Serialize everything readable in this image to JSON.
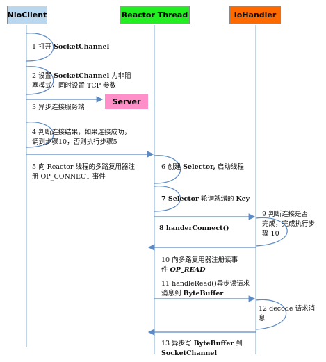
{
  "colors": {
    "client": "#b9d7ef",
    "reactor": "#22ee22",
    "iohandler": "#ff6a00",
    "server": "#ff8fc8",
    "lifeline": "#a9c7e3",
    "arrow": "#5b8ac4"
  },
  "participants": {
    "client": "NioClient",
    "reactor": "Reactor Thread",
    "iohandler": "IoHandler",
    "server": "Server"
  },
  "steps": {
    "s1": {
      "a": "1 打开 ",
      "b": "SocketChannel"
    },
    "s2": {
      "a": "2 设置 ",
      "b": "SocketChannel",
      "c": " 为非阻",
      "line2": "塞模式，同时设置 TCP 参数"
    },
    "s3": {
      "a": "3 异步连接服务端"
    },
    "s4": {
      "line1": "4 判断连接结果，如果连接成功，",
      "line2": "调到步骤10，否则执行步骤5"
    },
    "s5": {
      "line1": "5 向 Reactor 线程的多路复用器注",
      "line2": "册 OP_CONNECT 事件"
    },
    "s6": {
      "a": "6 创建 ",
      "b": "Selector,",
      "c": " 启动线程"
    },
    "s7": {
      "b": "7 Selector",
      "c": " 轮询就绪的 ",
      "d": "Key"
    },
    "s8": {
      "b": "8 handerConnect()"
    },
    "s9": {
      "line1": "9 判断连接是否",
      "line2": "完成，完成执行步",
      "line3": "骤 10"
    },
    "s10": {
      "line1": "10 向多路复用器注册读事",
      "a": "件 ",
      "i": "OP_READ"
    },
    "s11": {
      "line1": "11 handleRead()异步读请求",
      "a": "消息到 ",
      "b": "ByteBuffer"
    },
    "s12": {
      "line1": "12 decode 请求消",
      "line2": "息"
    },
    "s13": {
      "a": "13 异步写 ",
      "b": "ByteBuffer",
      "c": " 到",
      "line2": "SocketChannel"
    }
  }
}
